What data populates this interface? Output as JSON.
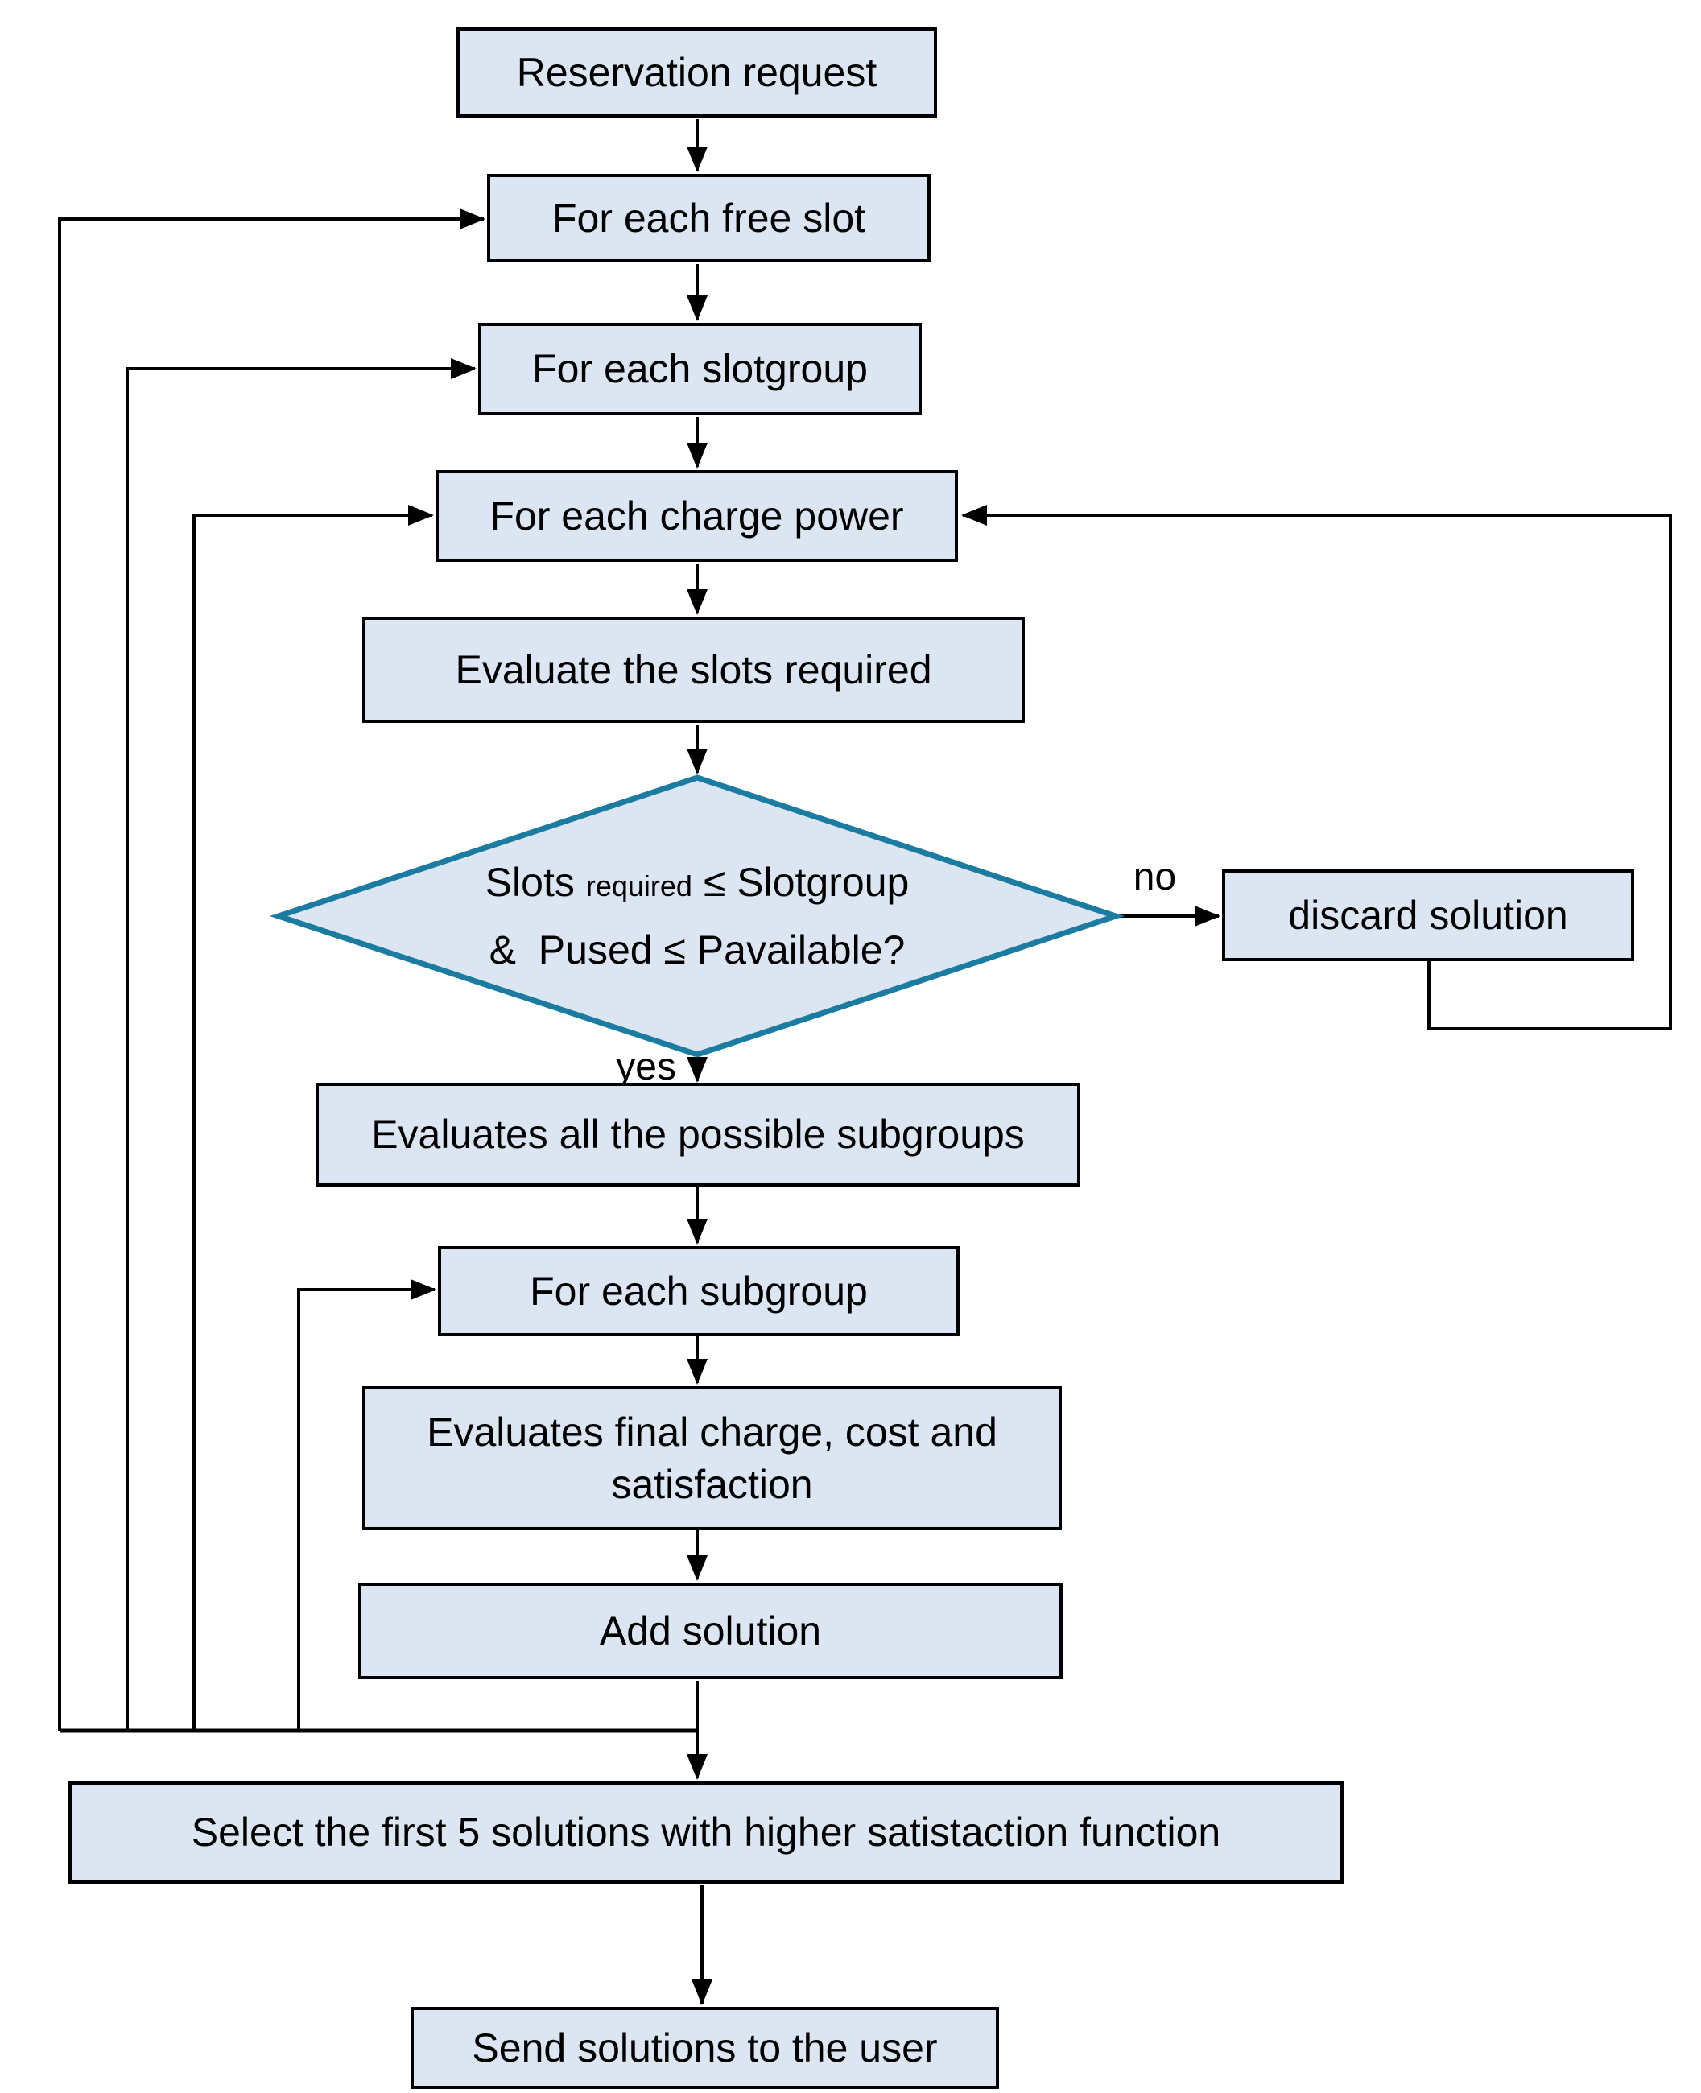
{
  "theme": {
    "background": "#ffffff",
    "box_fill": "#dbe6f2",
    "line_color": "#000000",
    "diamond_border": "#1c7ba0",
    "text_color": "#000000"
  },
  "labels": {
    "yes": "yes",
    "no": "no"
  },
  "nodes": {
    "reservation_request": {
      "label": "Reservation request"
    },
    "for_each_free_slot": {
      "label": "For each free slot"
    },
    "for_each_slotgroup": {
      "label": "For each slotgroup"
    },
    "for_each_charge_power": {
      "label": "For each charge power"
    },
    "evaluate_slots_required": {
      "label": "Evaluate the slots required"
    },
    "decision": {
      "line1_slots": "Slots",
      "line1_required": "required",
      "line1_rest": "≤ Slotgroup",
      "line2": "&  Pused ≤ Pavailable?"
    },
    "discard_solution": {
      "label": "discard solution"
    },
    "evaluates_all_subgroups": {
      "label": "Evaluates all the possible subgroups"
    },
    "for_each_subgroup": {
      "label": "For each subgroup"
    },
    "evaluates_final": {
      "label": "Evaluates final charge, cost and satisfaction"
    },
    "add_solution": {
      "label": "Add solution"
    },
    "select_first_5": {
      "label": "Select the first 5 solutions with higher satistaction function"
    },
    "send_solutions": {
      "label": "Send solutions to the user"
    }
  }
}
